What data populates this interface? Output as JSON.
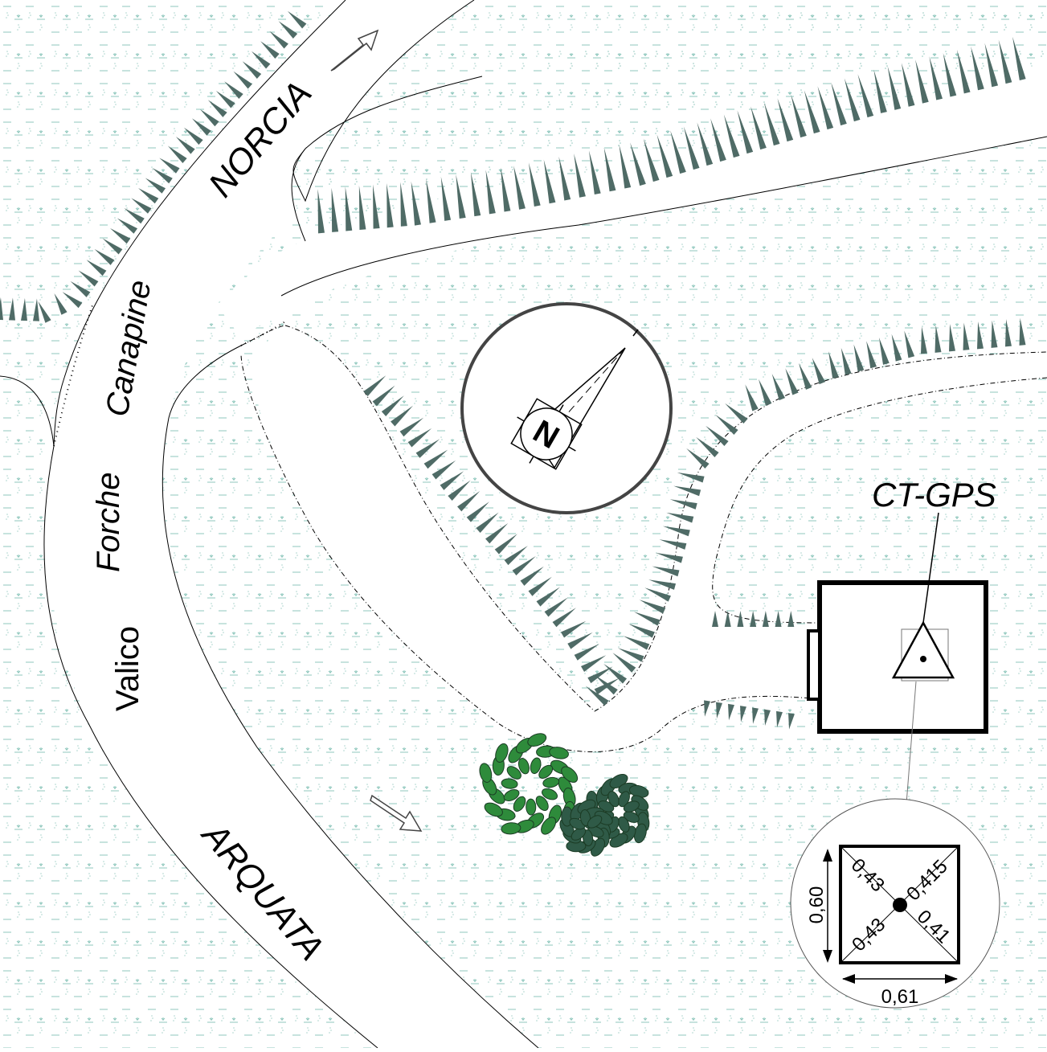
{
  "roads": {
    "north": "NORCIA",
    "south": "ARQUATA",
    "pass_words": [
      "Valico",
      "Forche",
      "Canapine"
    ]
  },
  "station": {
    "label": "CT-GPS"
  },
  "detail": {
    "diag_top_left": "0,43",
    "diag_top_right": "0,415",
    "diag_bottom_left": "0,43",
    "diag_bottom_right": "0,41",
    "width_dim": "0,61",
    "height_dim": "0,60"
  },
  "compass": {
    "letter": "N"
  },
  "colors": {
    "vegetation": "#8fc7bd",
    "escarpment": "#4f6b66",
    "shrub_light": "#2e8b3b",
    "shrub_dark": "#2f5a47",
    "line": "#000000"
  }
}
